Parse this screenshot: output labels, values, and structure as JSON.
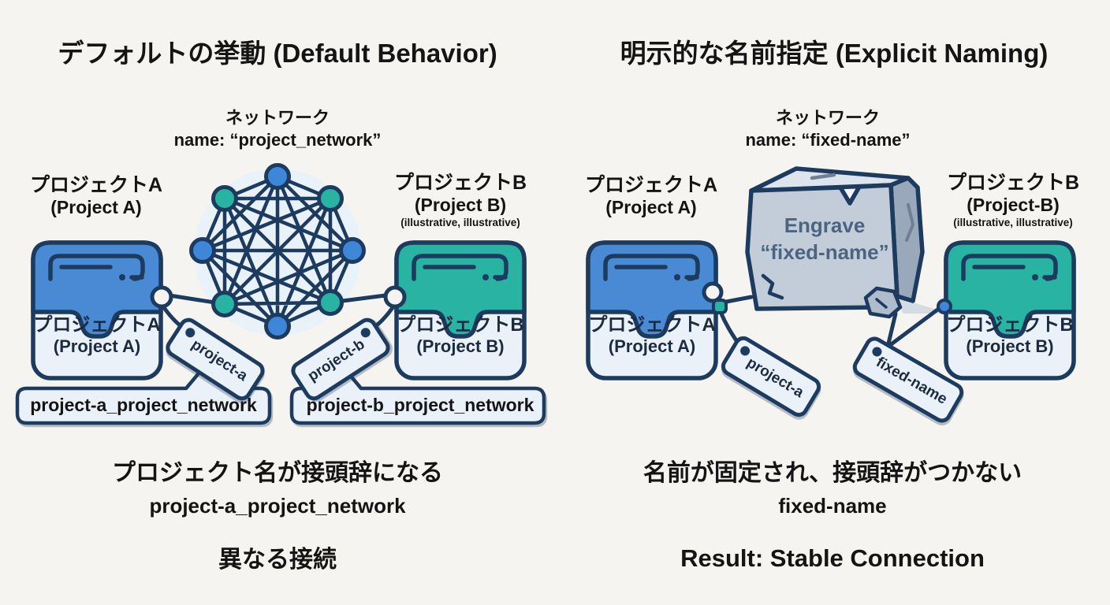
{
  "colors": {
    "background": "#f6f4f0",
    "outline": "#1d3a5f",
    "text": "#141414",
    "blue": "#4a8ad4",
    "blue_node": "#3e86d8",
    "teal": "#29b3a3",
    "panel_fill": "#ebf1f8",
    "mesh_fill": "#e9f1f9",
    "stone_front": "#c3cdd9",
    "stone_top": "#dde4ed",
    "stone_side": "#99a8ba",
    "engrave_text": "#4d6480"
  },
  "left": {
    "title": "デフォルトの挙動 (Default Behavior)",
    "network": {
      "label": "ネットワーク",
      "name": "name: “project_network”"
    },
    "project_a": {
      "caption_jp": "プロジェクトA",
      "caption_en": "(Project A)",
      "folder_jp": "プロジェクトA",
      "folder_en": "(Project A)",
      "tag": "project-a",
      "network_name": "project-a_project_network"
    },
    "project_b": {
      "caption_jp": "プロジェクトB",
      "caption_en": "(Project B)",
      "caption_note": "(illustrative, illustrative)",
      "folder_jp": "プロジェクトB",
      "folder_en": "(Project B)",
      "tag": "project-b",
      "network_name": "project-b_project_network"
    },
    "summary": {
      "line1": "プロジェクト名が接頭辞になる",
      "line2": "project-a_project_network",
      "line3": "異なる接続"
    }
  },
  "right": {
    "title": "明示的な名前指定 (Explicit Naming)",
    "network": {
      "label": "ネットワーク",
      "name": "name: “fixed-name”"
    },
    "stone": {
      "line1": "Engrave",
      "line2": "“fixed-name”"
    },
    "project_a": {
      "caption_jp": "プロジェクトA",
      "caption_en": "(Project A)",
      "folder_jp": "プロジェクトA",
      "folder_en": "(Project A)",
      "tag": "project-a"
    },
    "project_b": {
      "caption_jp": "プロジェクトB",
      "caption_en": "(Project-B)",
      "caption_note": "(illustrative, illustrative)",
      "folder_jp": "プロジェクトB",
      "folder_en": "(Project B)",
      "tag": "fixed-name"
    },
    "summary": {
      "line1": "名前が固定され、接頭辞がつかない",
      "line2": "fixed-name",
      "line3": "Result: Stable Connection"
    }
  }
}
